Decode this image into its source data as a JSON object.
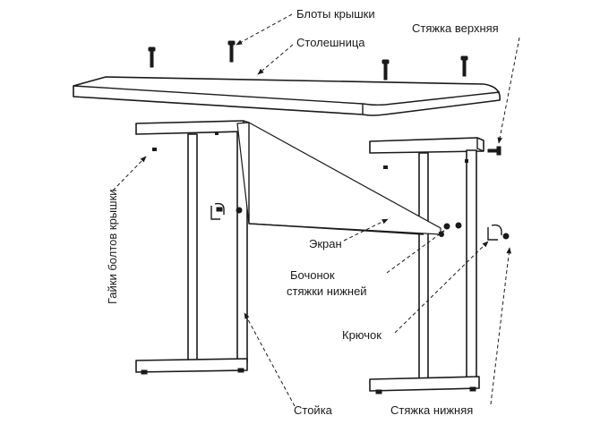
{
  "labels": {
    "top_bolts": "Блоты крышки",
    "tabletop": "Столешница",
    "upper_tie": "Стяжка верхняя",
    "top_nuts": "Гайки болтов крышки",
    "screen": "Экран",
    "barrel_line1": "Бочонок",
    "barrel_line2": "стяжки нижней",
    "hook": "Крючок",
    "post": "Стойка",
    "lower_tie": "Стяжка нижняя"
  },
  "icons": {
    "bolt": "bolt-icon",
    "nut": "nut-icon",
    "hook": "hook-icon"
  },
  "colors": {
    "line": "#1a1a1a",
    "background": "#ffffff"
  }
}
